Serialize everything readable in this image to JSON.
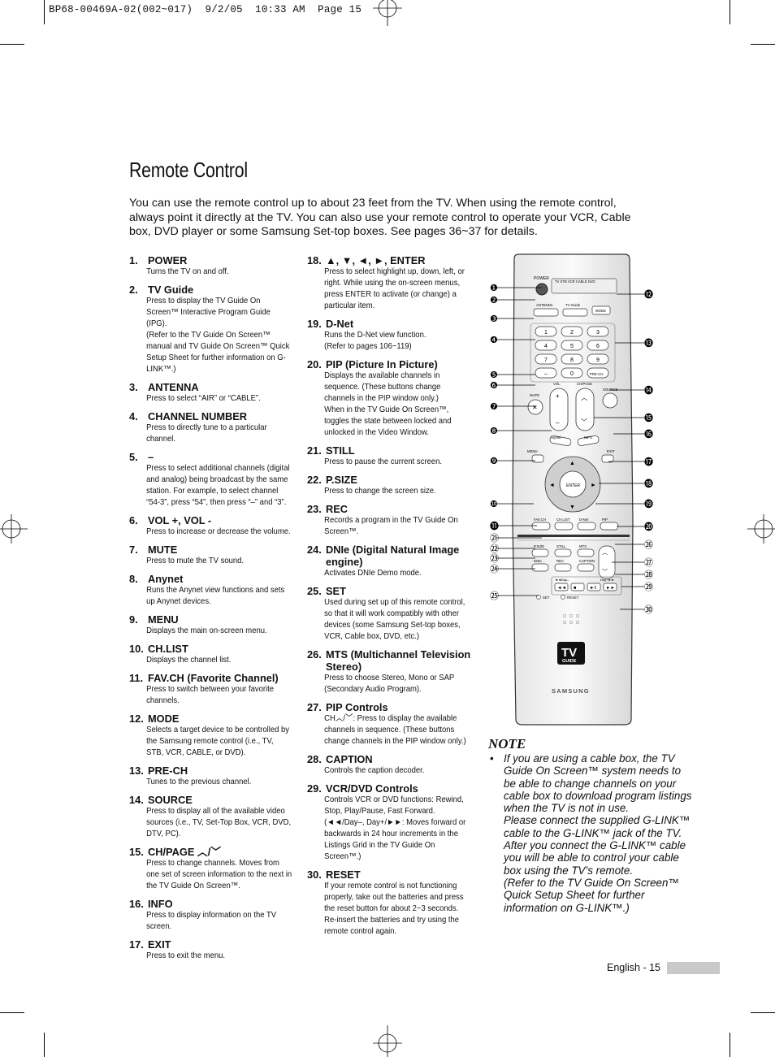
{
  "header": {
    "print_line": "BP68-00469A-02(002~017)  9/2/05  10:33 AM  Page 15"
  },
  "page": {
    "title": "Remote Control",
    "intro": "You can use the remote control up to about 23 feet from the TV. When using the remote control, always point it directly at the TV. You can also use your remote control to operate your VCR, Cable box, DVD player or some Samsung Set-top boxes. See pages 36~37 for details."
  },
  "items_col1": [
    {
      "num": "1.",
      "title": "POWER",
      "desc": "Turns the TV on and off."
    },
    {
      "num": "2.",
      "title": "TV Guide",
      "desc": "Press to display the TV Guide On Screen™ Interactive Program Guide (IPG).\n(Refer to the TV Guide On Screen™ manual and TV Guide On Screen™ Quick Setup Sheet for further information on G-LINK™.)"
    },
    {
      "num": "3.",
      "title": "ANTENNA",
      "desc": "Press to select “AIR” or “CABLE”."
    },
    {
      "num": "4.",
      "title": "CHANNEL NUMBER",
      "desc": "Press to directly tune to a particular channel."
    },
    {
      "num": "5.",
      "title": "–",
      "desc": "Press to select additional channels (digital and analog) being broadcast by the same station. For example, to select channel “54-3”, press “54”, then press “–” and “3”."
    },
    {
      "num": "6.",
      "title": "VOL +, VOL -",
      "desc": "Press to increase or decrease the volume."
    },
    {
      "num": "7.",
      "title": "MUTE",
      "desc": "Press to mute the TV sound."
    },
    {
      "num": "8.",
      "title": "Anynet",
      "desc": "Runs the Anynet view functions and sets up Anynet devices."
    },
    {
      "num": "9.",
      "title": "MENU",
      "desc": "Displays the main on-screen menu."
    },
    {
      "num": "10.",
      "title": "CH.LIST",
      "desc": "Displays the channel list."
    },
    {
      "num": "11.",
      "title": "FAV.CH (Favorite Channel)",
      "desc": "Press to switch between your favorite channels."
    },
    {
      "num": "12.",
      "title": "MODE",
      "desc": "Selects a target device to be controlled by the Samsung remote control (i.e., TV, STB, VCR, CABLE, or DVD)."
    },
    {
      "num": "13.",
      "title": "PRE-CH",
      "desc": "Tunes to the previous channel."
    },
    {
      "num": "14.",
      "title": "SOURCE",
      "desc": "Press to display all of the available video sources (i.e., TV, Set-Top Box, VCR, DVD, DTV, PC)."
    },
    {
      "num": "15.",
      "title": "CH/PAGE ︿/﹀",
      "desc": "Press to change channels. Moves from one set of screen information to the next in the TV Guide On Screen™."
    },
    {
      "num": "16.",
      "title": "INFO",
      "desc": "Press to display information on the TV screen."
    },
    {
      "num": "17.",
      "title": "EXIT",
      "desc": "Press to exit the menu."
    }
  ],
  "items_col2": [
    {
      "num": "18.",
      "title": "▲, ▼, ◄, ►, ENTER",
      "desc": "Press to select highlight up, down, left, or right. While using the on-screen menus, press ENTER to activate (or change) a particular item."
    },
    {
      "num": "19.",
      "title": "D-Net",
      "desc": "Runs the D-Net view function.\n(Refer to pages 106~119)"
    },
    {
      "num": "20.",
      "title": "PIP (Picture In Picture)",
      "desc": "Displays the available channels in sequence. (These buttons change channels in the PIP window only.)\nWhen in the TV Guide On Screen™, toggles the state between locked and unlocked in the Video Window."
    },
    {
      "num": "21.",
      "title": "STILL",
      "desc": "Press to pause the current screen."
    },
    {
      "num": "22.",
      "title": "P.SIZE",
      "desc": "Press to change the screen size."
    },
    {
      "num": "23.",
      "title": "REC",
      "desc": "Records a program in the TV Guide On Screen™."
    },
    {
      "num": "24.",
      "title": "DNIe (Digital Natural Image engine)",
      "desc": "Activates DNIe Demo mode."
    },
    {
      "num": "25.",
      "title": "SET",
      "desc": "Used during set up of this remote control, so that it will work compatibly with other devices (some Samsung Set-top boxes, VCR, Cable box, DVD, etc.)"
    },
    {
      "num": "26.",
      "title": "MTS (Multichannel Television Stereo)",
      "desc": "Press to choose Stereo, Mono or SAP (Secondary Audio Program)."
    },
    {
      "num": "27.",
      "title": "PIP Controls",
      "desc": "CH︿/﹀: Press to display the available channels in sequence. (These buttons change channels in the PIP window only.)"
    },
    {
      "num": "28.",
      "title": "CAPTION",
      "desc": "Controls the caption decoder."
    },
    {
      "num": "29.",
      "title": "VCR/DVD Controls",
      "desc": "Controls VCR or DVD functions: Rewind, Stop, Play/Pause, Fast Forward.\n(◄◄/Day–, Day+/►►: Moves forward or backwards in 24 hour increments in the Listings Grid in the TV Guide On Screen™.)"
    },
    {
      "num": "30.",
      "title": "RESET",
      "desc": "If your remote control is not functioning properly, take out the batteries and press the reset button for about 2~3 seconds.\nRe-insert the batteries and try using the remote control again."
    }
  ],
  "remote": {
    "labels": {
      "power": "POWER",
      "modes": "TV  STB  VCR  CABLE  DVD",
      "antenna": "ANTENNA",
      "tvguide": "TV Guide",
      "mode": "MODE",
      "keys": [
        "1",
        "2",
        "3",
        "4",
        "5",
        "6",
        "7",
        "8",
        "9",
        "–",
        "0",
        "PRE-CH"
      ],
      "mute": "MUTE",
      "vol": "VOL",
      "chpage": "CH/PAGE",
      "source": "SOURCE",
      "anynet": "Anynet",
      "info": "INFO",
      "menu": "MENU",
      "exit": "EXIT",
      "enter": "ENTER",
      "favch": "FAV.CH",
      "chlist": "CH.LIST",
      "dnet": "D-Net",
      "pip": "PIP",
      "psize": "P.SIZE",
      "still": "STILL",
      "mts": "MTS",
      "dnie": "DNIe",
      "rec": "REC",
      "caption": "CAPTION",
      "dayminus": "◄◄Day–",
      "dayplus": "Day+►►",
      "set": "SET",
      "reset": "RESET",
      "tv": "TV",
      "guide": "GUIDE",
      "brand": "SAMSUNG"
    },
    "callouts_left": [
      "❶",
      "❷",
      "❸",
      "❹",
      "❺",
      "❻",
      "❼",
      "❽",
      "❾",
      "❿",
      "⓫",
      "㉑",
      "㉒",
      "㉓",
      "㉔",
      "㉕"
    ],
    "callouts_right": [
      "⓬",
      "⓭",
      "⓮",
      "⓯",
      "⓰",
      "⓱",
      "⓲",
      "⓳",
      "⓴",
      "㉖",
      "㉗",
      "㉘",
      "㉙",
      "㉚"
    ]
  },
  "note": {
    "heading": "NOTE",
    "bullet": "•",
    "text": "If you are using a cable box, the TV Guide On Screen™ system needs to be able to change channels on your cable box to download program listings when the TV is not in use.\nPlease connect the supplied G-LINK™ cable to the G-LINK™ jack of the TV. After you connect the G-LINK™ cable you will be able to control your cable box using the TV’s remote.\n(Refer to the TV Guide On Screen™ Quick Setup Sheet for further information on G-LINK™.)"
  },
  "footer": {
    "page_label": "English - 15"
  }
}
